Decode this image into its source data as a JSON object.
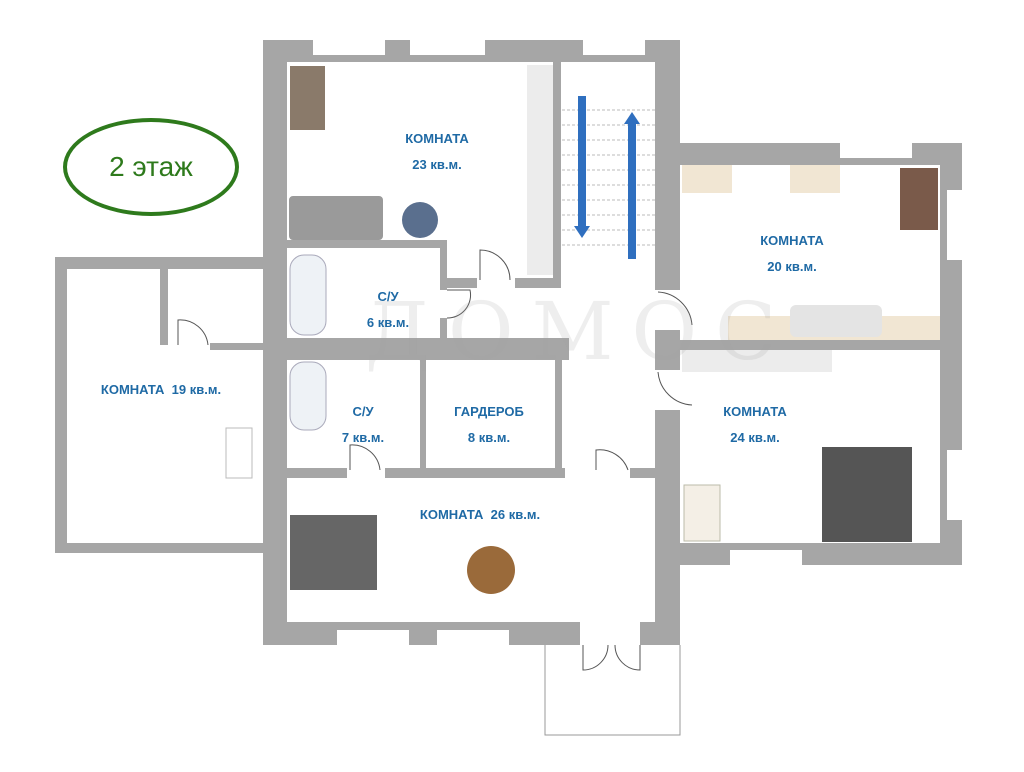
{
  "floor_label": "2 этаж",
  "watermark": "ДОМОС",
  "rooms": [
    {
      "name": "КОМНАТА",
      "area": "23 кв.м."
    },
    {
      "name": "КОМНАТА",
      "area": "20 кв.м."
    },
    {
      "name": "С/У",
      "area": "6 кв.м."
    },
    {
      "name": "КОМНАТА",
      "area": "19 кв.м."
    },
    {
      "name": "С/У",
      "area": "7 кв.м."
    },
    {
      "name": "ГАРДЕРОБ",
      "area": "8 кв.м."
    },
    {
      "name": "КОМНАТА",
      "area": "24 кв.м."
    },
    {
      "name": "КОМНАТА",
      "area": "26 кв.м."
    }
  ],
  "colors": {
    "wall": "#a6a6a6",
    "label": "#1f6aa5",
    "floor_oval": "#2e7a1c",
    "stair_arrow": "#2f6fbf"
  }
}
